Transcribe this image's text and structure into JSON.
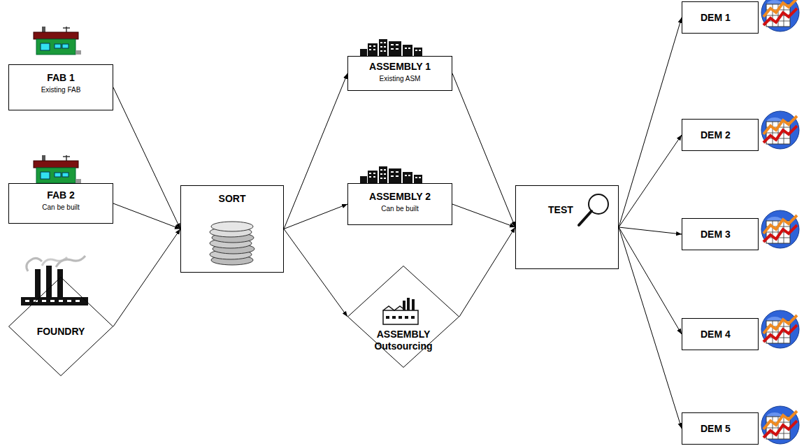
{
  "diagram": {
    "nodes": [
      {
        "text": [
          "FAB 1",
          "Existing FAB"
        ]
      },
      {
        "text": [
          "FAB 2",
          "Can be built"
        ]
      },
      {
        "text": [
          "FOUNDRY"
        ]
      },
      {
        "text": [
          "SORT"
        ]
      },
      {
        "text": [
          "ASSEMBLY 1",
          "Existing ASM"
        ]
      },
      {
        "text": [
          "ASSEMBLY 2",
          "Can be built"
        ]
      },
      {
        "text": [
          "ASSEMBLY Outsourcing"
        ]
      },
      {
        "text": [
          "TEST"
        ]
      },
      {
        "text": [
          "DEM 1"
        ]
      },
      {
        "text": [
          "DEM 2"
        ]
      },
      {
        "text": [
          "DEM 3"
        ]
      },
      {
        "text": [
          "DEM 4"
        ]
      },
      {
        "text": [
          "DEM 5"
        ]
      }
    ],
    "edges": [
      {
        "from": 0,
        "to": 3,
        "arrow": "to"
      },
      {
        "from": 1,
        "to": 3,
        "arrow": "to"
      },
      {
        "from": 2,
        "to": 3,
        "arrow": "to"
      },
      {
        "from": 3,
        "to": 4,
        "arrow": "to"
      },
      {
        "from": 3,
        "to": 5,
        "arrow": "to"
      },
      {
        "from": 3,
        "to": 6,
        "arrow": "to"
      },
      {
        "from": 4,
        "to": 7,
        "arrow": "to"
      },
      {
        "from": 5,
        "to": 7,
        "arrow": "to"
      },
      {
        "from": 6,
        "to": 7,
        "arrow": "to"
      },
      {
        "from": 7,
        "to": 8,
        "arrow": "to"
      },
      {
        "from": 7,
        "to": 9,
        "arrow": "to"
      },
      {
        "from": 7,
        "to": 10,
        "arrow": "to"
      },
      {
        "from": 7,
        "to": 11,
        "arrow": "to"
      },
      {
        "from": 7,
        "to": 12,
        "arrow": "to"
      }
    ]
  }
}
